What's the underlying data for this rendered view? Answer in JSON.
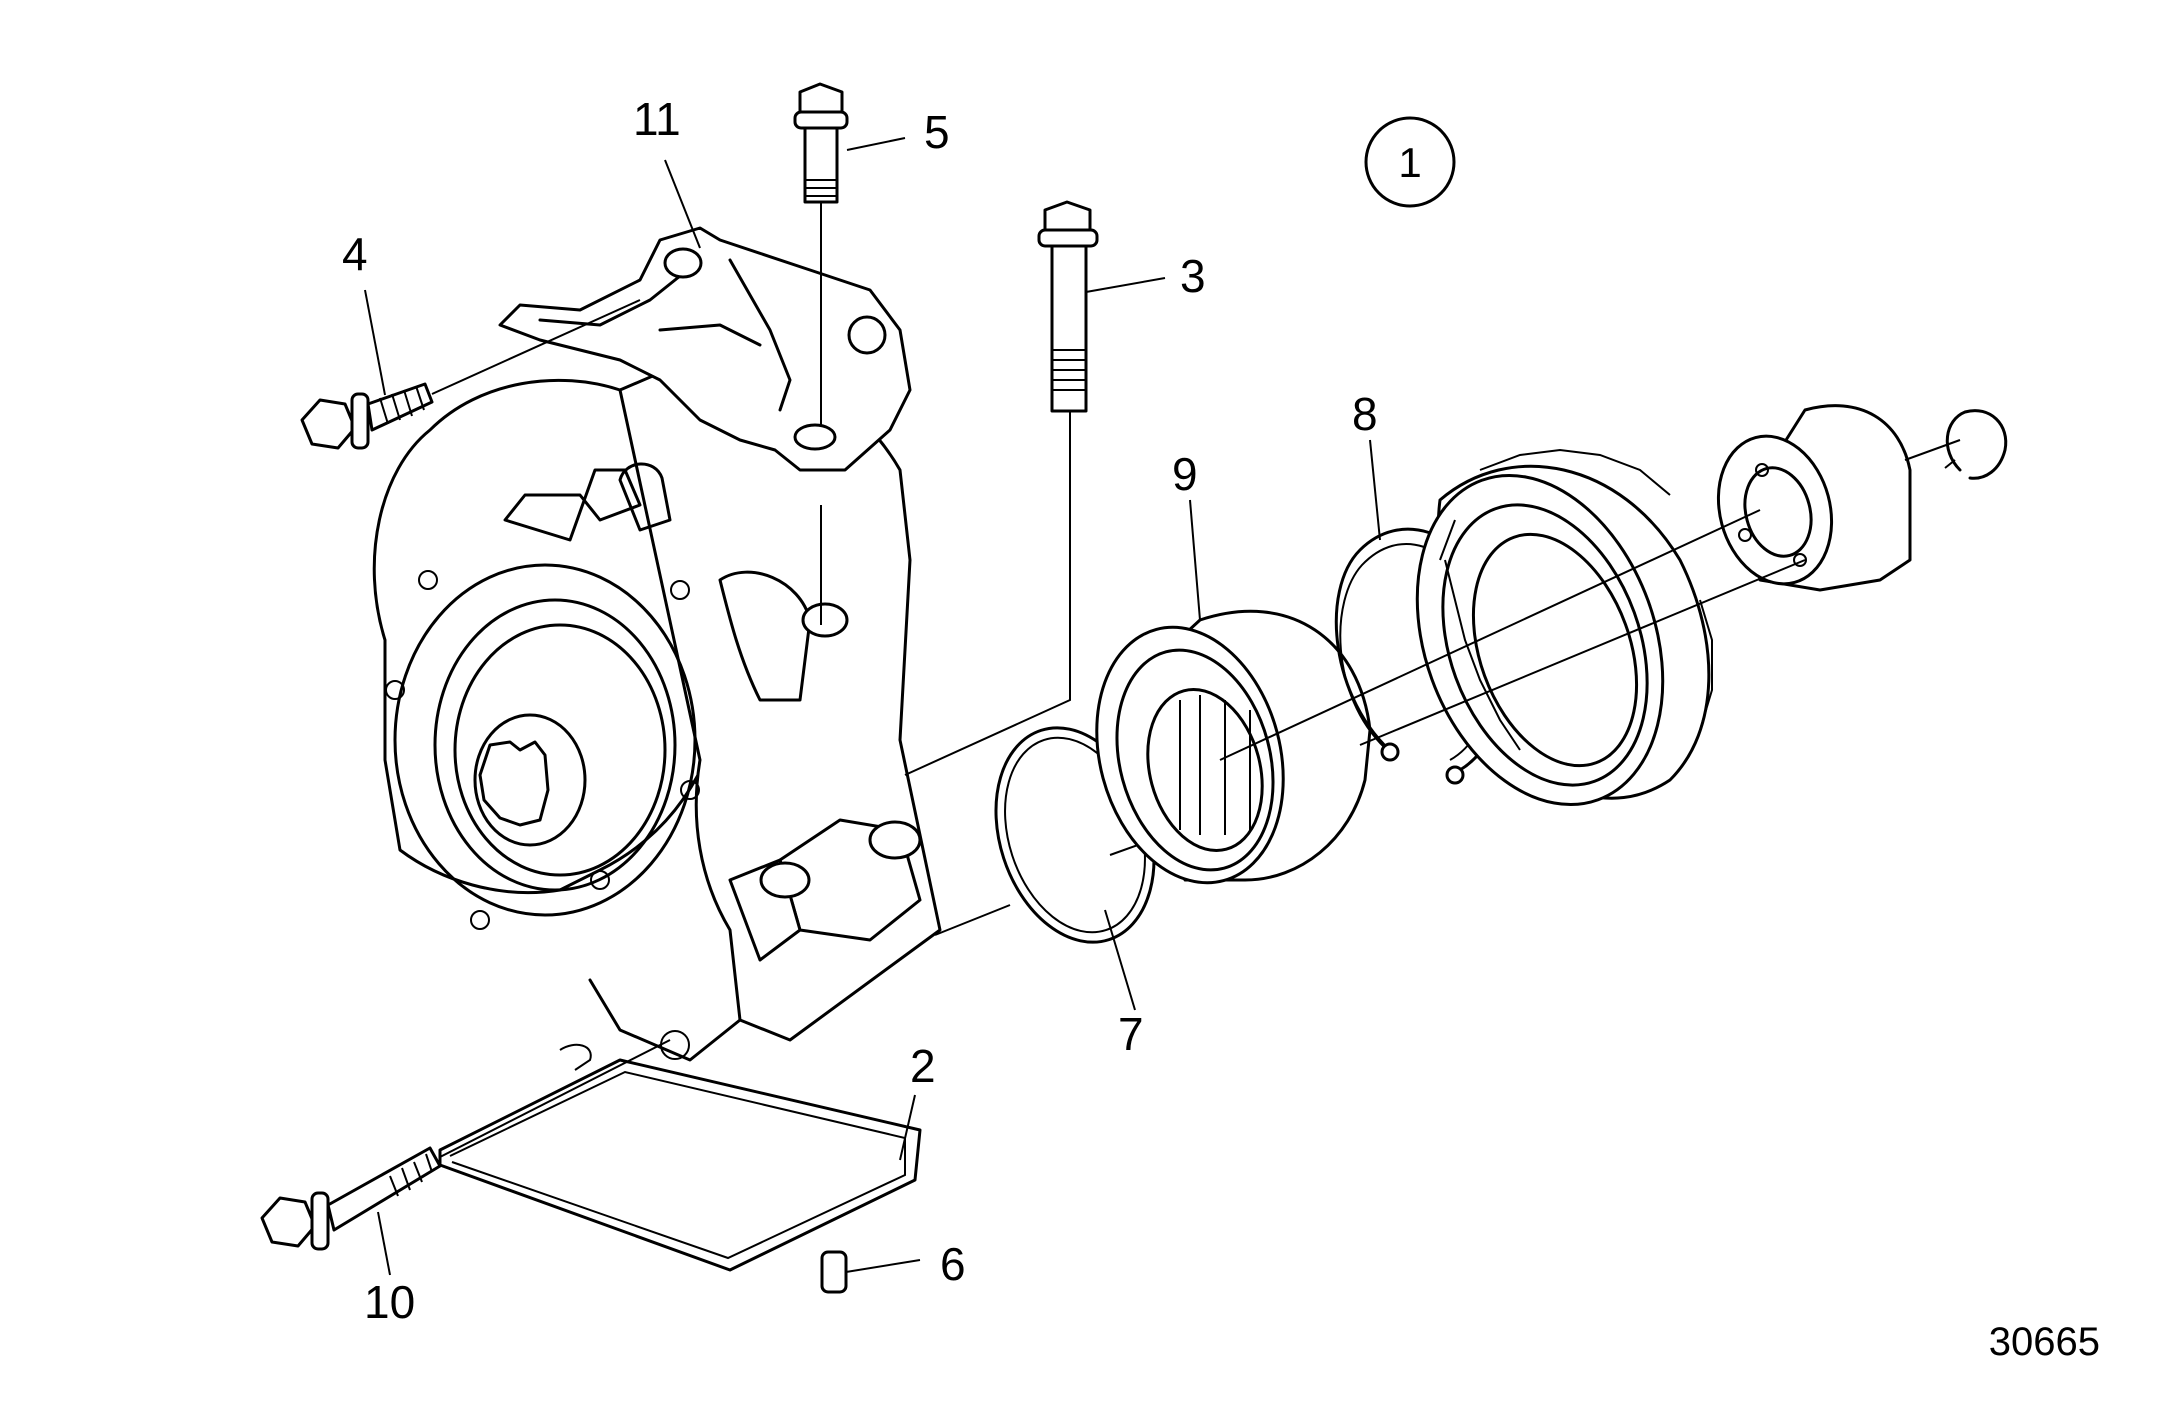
{
  "figure": {
    "circle_label": "1",
    "drawing_number": "30665"
  },
  "callouts": [
    {
      "id": "c1",
      "text": "11"
    },
    {
      "id": "c2",
      "text": "5"
    },
    {
      "id": "c3",
      "text": "4"
    },
    {
      "id": "c4",
      "text": "3"
    },
    {
      "id": "c5",
      "text": "8"
    },
    {
      "id": "c6",
      "text": "9"
    },
    {
      "id": "c7",
      "text": "7"
    },
    {
      "id": "c8",
      "text": "2"
    },
    {
      "id": "c9",
      "text": "6"
    },
    {
      "id": "c10",
      "text": "10"
    }
  ]
}
